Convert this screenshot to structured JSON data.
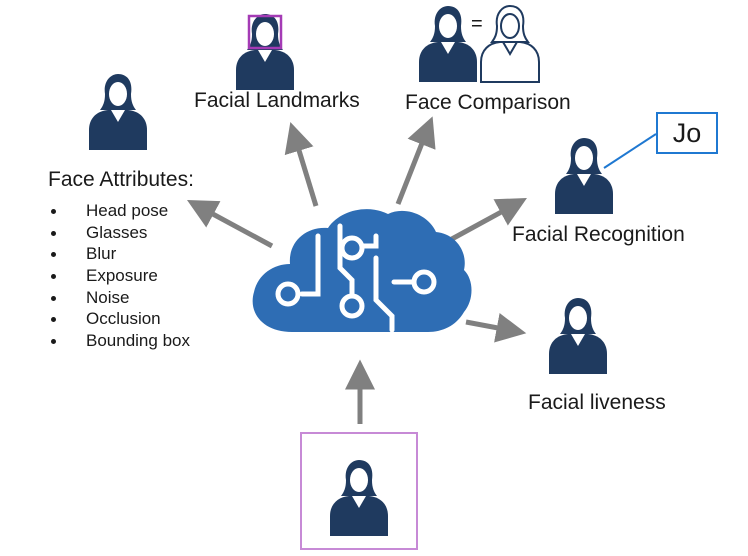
{
  "labels": {
    "landmarks": "Facial Landmarks",
    "comparison": "Face Comparison",
    "recognition": "Facial Recognition",
    "liveness": "Facial liveness",
    "comparison_equals": "="
  },
  "attributes": {
    "title": "Face Attributes:",
    "items": [
      "Head pose",
      "Glasses",
      "Blur",
      "Exposure",
      "Noise",
      "Occlusion",
      "Bounding box"
    ]
  },
  "recognition_name": "Jo",
  "colors": {
    "person": "#1f3a5f",
    "cloud": "#2e6db4",
    "arrow": "#808080",
    "landmark_box": "#a43bb5",
    "input_frame": "#c78ad6",
    "name_box": "#1f78d1"
  },
  "icons": [
    "person-icon",
    "cloud-ai-icon",
    "arrow-icon"
  ]
}
